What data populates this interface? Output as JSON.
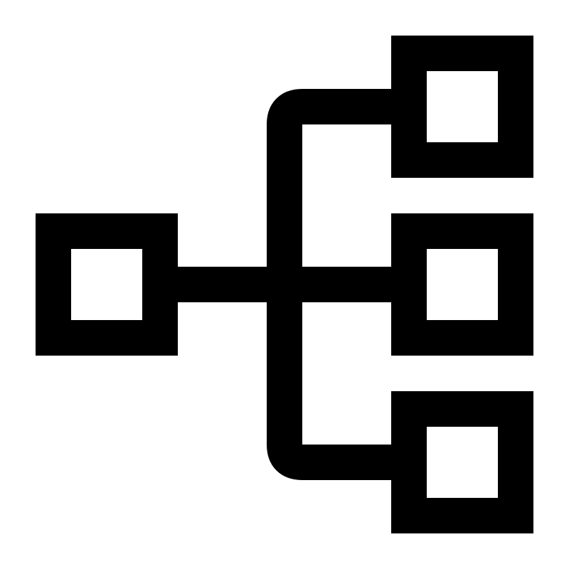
{
  "icon": {
    "name": "hierarchy-structure-icon",
    "color": "#000000",
    "background": "#ffffff",
    "nodes": {
      "root": "root-node",
      "children": [
        "child-node-top",
        "child-node-middle",
        "child-node-bottom"
      ]
    }
  }
}
